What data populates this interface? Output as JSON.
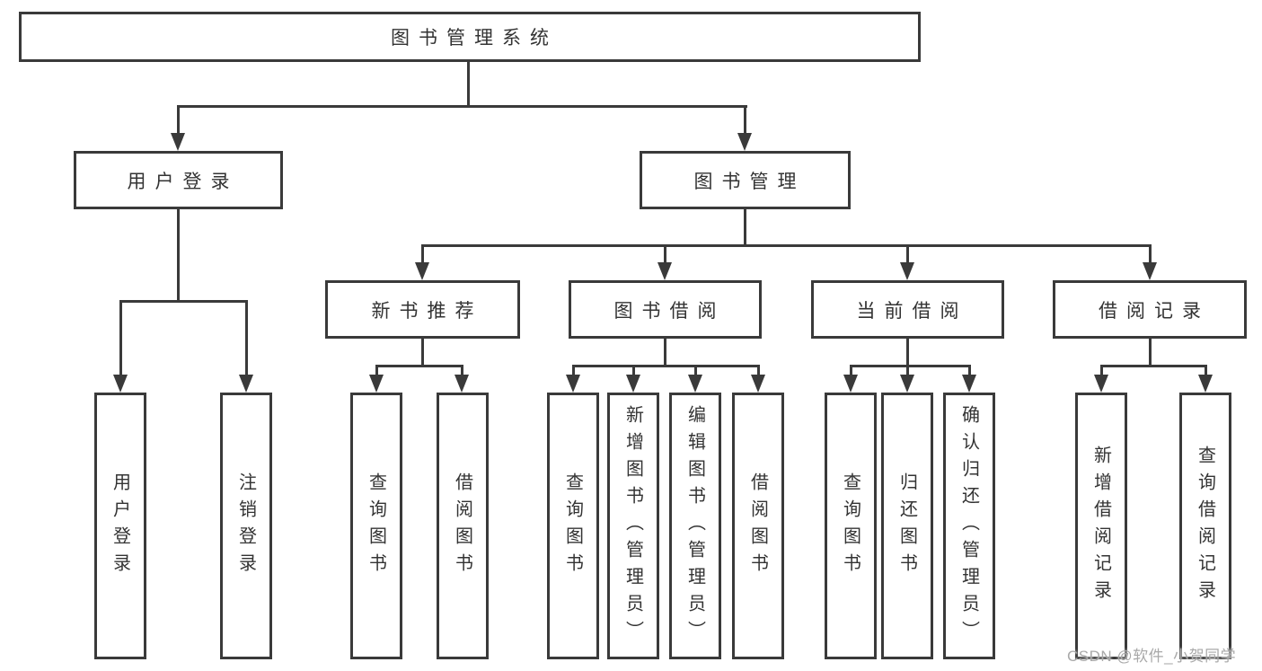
{
  "tree": {
    "root": {
      "label": "图书管理系统"
    },
    "branches": [
      {
        "label": "用户登录",
        "children": [
          {
            "label": "用户登录"
          },
          {
            "label": "注销登录"
          }
        ]
      },
      {
        "label": "图书管理",
        "children": [
          {
            "label": "新书推荐",
            "children": [
              {
                "label": "查询图书"
              },
              {
                "label": "借阅图书"
              }
            ]
          },
          {
            "label": "图书借阅",
            "children": [
              {
                "label": "查询图书"
              },
              {
                "label": "新增图书（管理员）"
              },
              {
                "label": "编辑图书（管理员）"
              },
              {
                "label": "借阅图书"
              }
            ]
          },
          {
            "label": "当前借阅",
            "children": [
              {
                "label": "查询图书"
              },
              {
                "label": "归还图书"
              },
              {
                "label": "确认归还（管理员）"
              }
            ]
          },
          {
            "label": "借阅记录",
            "children": [
              {
                "label": "新增借阅记录"
              },
              {
                "label": "查询借阅记录"
              }
            ]
          }
        ]
      }
    ]
  },
  "watermark": {
    "text": "CSDN @软件_小贺同学"
  },
  "colors": {
    "line": "#3a3a3a",
    "text": "#333333",
    "watermark": "#a9a9a9",
    "background": "#ffffff"
  }
}
